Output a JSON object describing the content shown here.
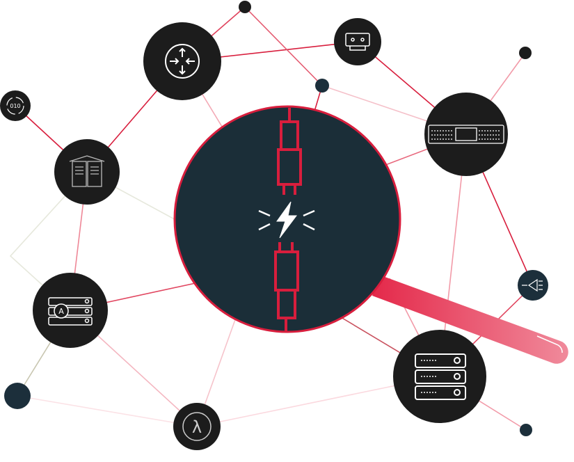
{
  "colors": {
    "accent": "#d81e3d",
    "node": "#1c1c1c",
    "hub": "#1b2e38",
    "navy": "#1c2f3b",
    "icon": "#ffffff"
  },
  "labels": {
    "binary": "010",
    "lambda": "λ",
    "server_badge": "A"
  },
  "nodes": [
    {
      "name": "router",
      "icon": "router-arrows-icon"
    },
    {
      "name": "network-card",
      "icon": "nic-icon"
    },
    {
      "name": "switch",
      "icon": "switch-panel-icon"
    },
    {
      "name": "binary-sync",
      "icon": "binary-sync-icon"
    },
    {
      "name": "storage",
      "icon": "storage-cabinet-icon"
    },
    {
      "name": "server-a",
      "icon": "server-a-icon"
    },
    {
      "name": "lambda",
      "icon": "lambda-icon"
    },
    {
      "name": "server-rack",
      "icon": "server-rack-icon"
    },
    {
      "name": "signal",
      "icon": "signal-triangle-icon"
    },
    {
      "name": "hub",
      "icon": "broken-cable-icon"
    }
  ]
}
